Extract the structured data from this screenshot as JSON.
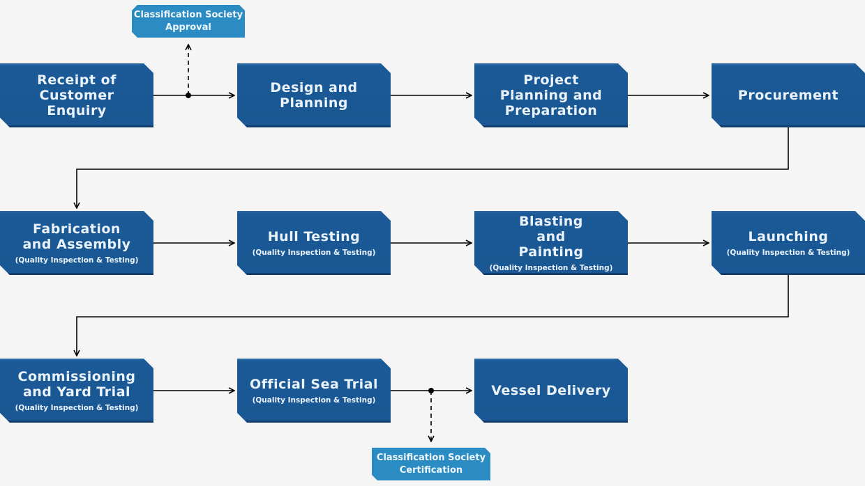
{
  "diagram_title": "Shipbuilding Process Flow",
  "steps": [
    {
      "title": "Receipt of Customer Enquiry",
      "subtitle": ""
    },
    {
      "title": "Design and Planning",
      "subtitle": ""
    },
    {
      "title": "Project Planning and Preparation",
      "subtitle": ""
    },
    {
      "title": "Procurement",
      "subtitle": ""
    },
    {
      "title": "Fabrication and Assembly",
      "subtitle": "(Quality Inspection & Testing)"
    },
    {
      "title": "Hull Testing",
      "subtitle": "(Quality Inspection & Testing)"
    },
    {
      "title": "Blasting and Painting",
      "subtitle": "(Quality Inspection & Testing)"
    },
    {
      "title": "Launching",
      "subtitle": "(Quality Inspection & Testing)"
    },
    {
      "title": "Commissioning and Yard Trial",
      "subtitle": "(Quality Inspection & Testing)"
    },
    {
      "title": "Official Sea Trial",
      "subtitle": "(Quality Inspection & Testing)"
    },
    {
      "title": "Vessel Delivery",
      "subtitle": ""
    }
  ],
  "notes": [
    {
      "text": "Classification Society Approval"
    },
    {
      "text": "Classification Society Certification"
    }
  ],
  "colors": {
    "box": "#1a5794",
    "note": "#2b8cc4",
    "background": "#f5f5f5",
    "line": "#000000"
  }
}
